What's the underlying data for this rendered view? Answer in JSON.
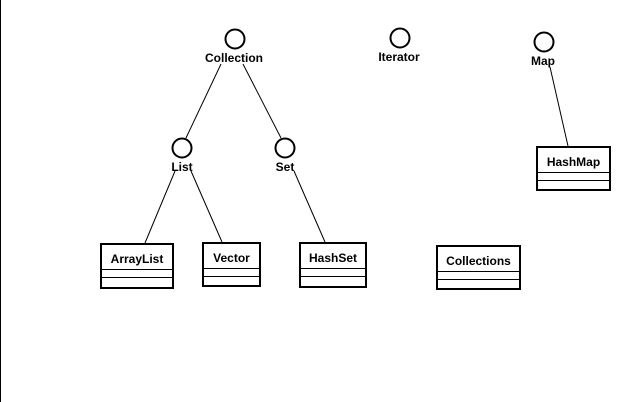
{
  "interfaces": {
    "collection": "Collection",
    "iterator": "Iterator",
    "map": "Map",
    "list": "List",
    "set": "Set"
  },
  "classes": {
    "arraylist": "ArrayList",
    "vector": "Vector",
    "hashset": "HashSet",
    "collections": "Collections",
    "hashmap": "HashMap"
  }
}
